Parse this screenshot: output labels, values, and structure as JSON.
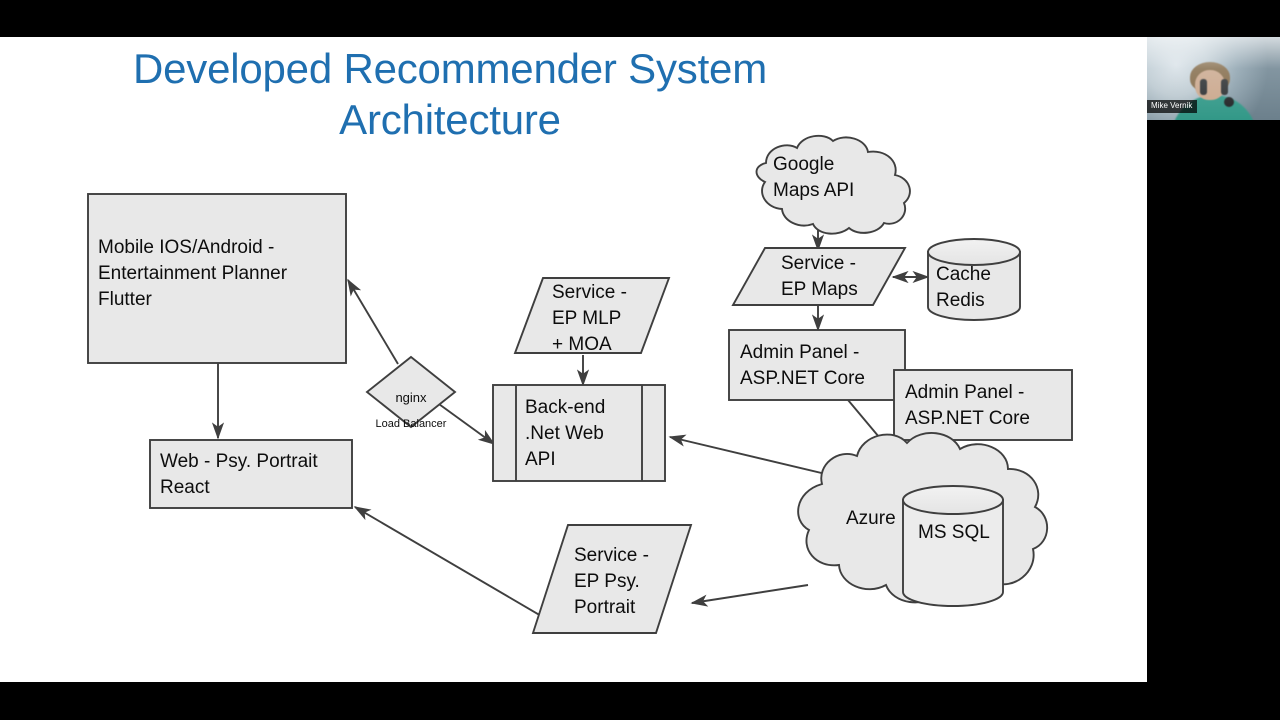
{
  "slide": {
    "title": "Developed Recommender System\nArchitecture",
    "title_color": "#1f6fb0",
    "background": "#ffffff",
    "shape_fill": "#e8e8e8",
    "shape_stroke": "#3f3f3f",
    "arrow_color": "#3f3f3f"
  },
  "nodes": {
    "mobile_app": {
      "label": "Mobile IOS/Android -\nEntertainment Planner\nFlutter",
      "shape": "rectangle"
    },
    "nginx": {
      "title": "nginx",
      "subtitle": "Load Balancer",
      "shape": "diamond"
    },
    "web_react": {
      "label": "Web - Psy. Portrait\nReact",
      "shape": "rectangle"
    },
    "service_ep_mlp": {
      "label": "Service -\nEP MLP\n+ MOA",
      "shape": "parallelogram"
    },
    "backend_api": {
      "label": "Back-end\n.Net Web\nAPI",
      "shape": "process"
    },
    "google_maps_api": {
      "label": "Google\nMaps API",
      "shape": "cloud"
    },
    "service_ep_maps": {
      "label": "Service -\nEP Maps",
      "shape": "parallelogram"
    },
    "cache_redis": {
      "label": "Cache\nRedis",
      "shape": "cylinder"
    },
    "admin_panel_back": {
      "label": "Admin Panel -\nASP.NET Core",
      "shape": "rectangle"
    },
    "admin_panel_front": {
      "label": "Admin Panel -\nASP.NET Core",
      "shape": "rectangle"
    },
    "azure_cloud": {
      "label": "Azure",
      "shape": "cloud"
    },
    "ms_sql": {
      "label": "MS SQL",
      "shape": "cylinder"
    },
    "service_ep_psy": {
      "label": "Service -\nEP Psy.\nPortrait",
      "shape": "parallelogram"
    }
  },
  "webcam": {
    "participant_name": "Mike Vernik"
  }
}
